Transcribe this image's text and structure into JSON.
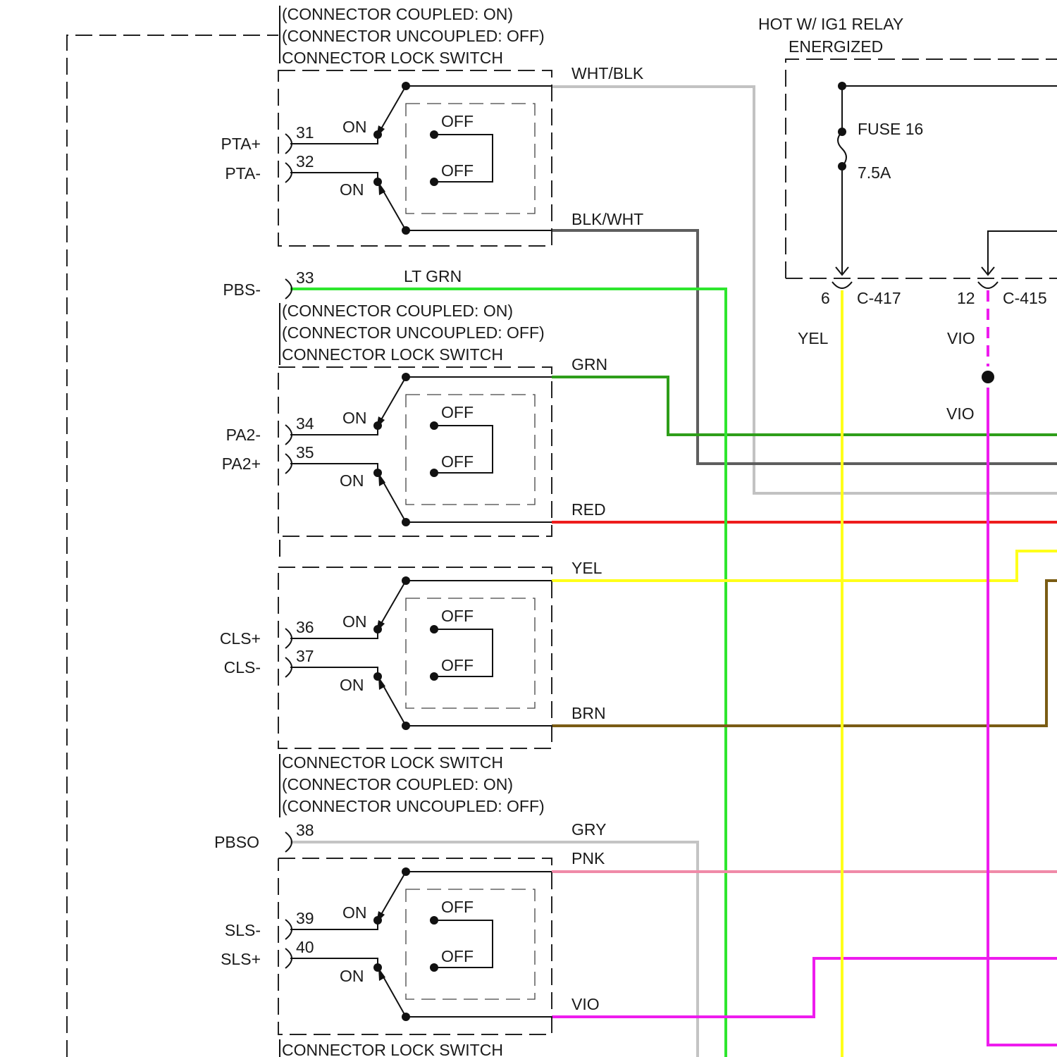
{
  "colors": {
    "wht_blk": "#c2c2c2",
    "blk_wht": "#5e5e5e",
    "lt_grn": "#2ee62e",
    "grn": "#2e9e1a",
    "red": "#ee1c1c",
    "yel": "#ffff1a",
    "brn": "#7a5c14",
    "gry": "#c4c4c4",
    "pnk": "#f08aa8",
    "vio": "#ee1cee"
  },
  "status_lines": {
    "coupled_on": "(CONNECTOR COUPLED: ON)",
    "uncoupled_off": "(CONNECTOR UNCOUPLED: OFF)",
    "lock_switch": "CONNECTOR LOCK SWITCH"
  },
  "switch_positions": {
    "on": "ON",
    "off": "OFF"
  },
  "pins": {
    "p31": {
      "num": "31",
      "label": "PTA+"
    },
    "p32": {
      "num": "32",
      "label": "PTA-"
    },
    "p33": {
      "num": "33",
      "label": "PBS-"
    },
    "p34": {
      "num": "34",
      "label": "PA2-"
    },
    "p35": {
      "num": "35",
      "label": "PA2+"
    },
    "p36": {
      "num": "36",
      "label": "CLS+"
    },
    "p37": {
      "num": "37",
      "label": "CLS-"
    },
    "p38": {
      "num": "38",
      "label": "PBSO"
    },
    "p39": {
      "num": "39",
      "label": "SLS-"
    },
    "p40": {
      "num": "40",
      "label": "SLS+"
    }
  },
  "wires": {
    "wht_blk": "WHT/BLK",
    "blk_wht": "BLK/WHT",
    "lt_grn": "LT GRN",
    "grn": "GRN",
    "red": "RED",
    "yel": "YEL",
    "brn": "BRN",
    "gry": "GRY",
    "pnk": "PNK",
    "vio": "VIO"
  },
  "power": {
    "title_line1": "HOT W/ IG1 RELAY",
    "title_line2": "ENERGIZED",
    "fuse_name": "FUSE 16",
    "fuse_rating": "7.5A",
    "conn1_pin": "6",
    "conn1_name": "C-417",
    "conn1_wire": "YEL",
    "conn2_pin": "12",
    "conn2_name": "C-415",
    "conn2_wire": "VIO",
    "conn2_wire_below": "VIO"
  }
}
